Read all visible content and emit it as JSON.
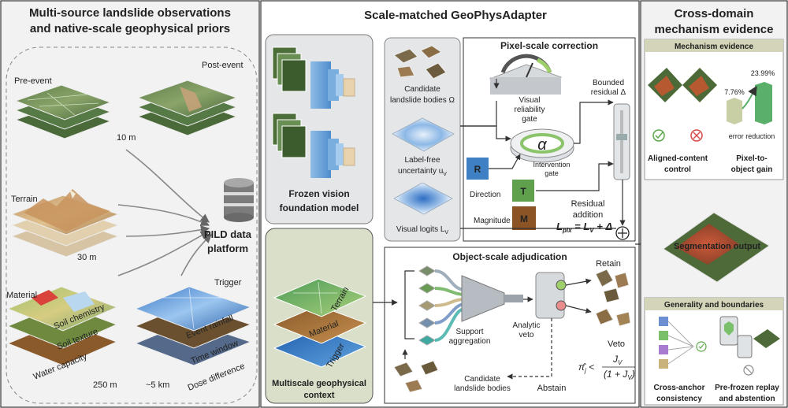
{
  "left": {
    "title": [
      "Multi-source landslide observations",
      "and native-scale geophysical priors"
    ],
    "pre_event": "Pre-event",
    "post_event": "Post-event",
    "res_10m": "10 m",
    "terrain": "Terrain",
    "res_30m": "30 m",
    "material": "Material",
    "material_layers": [
      "Soil chemistry",
      "Soil texture",
      "Water capacity"
    ],
    "res_250m": "250 m",
    "trigger": "Trigger",
    "trigger_layers": [
      "Event rainfall",
      "Time window",
      "Dose difference"
    ],
    "res_5km": "~5 km",
    "platform": [
      "PILD data",
      "platform"
    ]
  },
  "middle": {
    "title": "Scale-matched GeoPhysAdapter",
    "frozen_model": [
      "Frozen vision",
      "foundation model"
    ],
    "candidates": [
      "Candidate",
      "landslide bodies Ω"
    ],
    "uncertainty": [
      "Label-free",
      "uncertainty u",
      "V"
    ],
    "logits": [
      "Visual logits L",
      "V"
    ],
    "pixel_title": "Pixel-scale correction",
    "reliability": [
      "Visual",
      "reliability",
      "gate"
    ],
    "bounded": [
      "Bounded",
      "residual Δ"
    ],
    "alpha": "α",
    "intervention": [
      "Intervention",
      "gate"
    ],
    "r": "R",
    "t": "T",
    "m": "M",
    "direction": "Direction",
    "magnitude": "Magnitude",
    "residual_add": [
      "Residual",
      "addition"
    ],
    "lpix": [
      "L",
      "pix",
      " = L",
      "V",
      " + Δ"
    ],
    "context_title": [
      "Multiscale geophysical",
      "context"
    ],
    "context_layers": [
      "Terrain",
      "Material",
      "Trigger"
    ],
    "object_title": "Object-scale adjudication",
    "support": [
      "Support",
      "aggregation"
    ],
    "veto_label": [
      "Analytic",
      "veto"
    ],
    "retain": "Retain",
    "veto": "Veto",
    "abstain": "Abstain",
    "cand_bottom": [
      "Candidate",
      "landslide bodies"
    ],
    "formula": [
      "π̂",
      "j",
      " < ",
      "J",
      "V",
      "(1 + J",
      "V",
      ")"
    ]
  },
  "right": {
    "title": [
      "Cross-domain",
      "mechanism evidence"
    ],
    "mech_header": "Mechanism evidence",
    "pct_low": "7.76%",
    "pct_high": "23.99%",
    "error_reduction": "error reduction",
    "aligned": [
      "Aligned-content",
      "control"
    ],
    "gain": [
      "Pixel-to-",
      "object gain"
    ],
    "seg_output": "Segmentation output",
    "gen_header": "Generality and boundaries",
    "cross_anchor": [
      "Cross-anchor",
      "consistency"
    ],
    "pre_frozen": [
      "Pre-frozen replay",
      "and abstention"
    ]
  },
  "icons": {
    "check": "check-icon",
    "cross": "cross-icon",
    "abstain": "no-entry-icon",
    "database": "database-icon",
    "funnel": "funnel-icon"
  }
}
